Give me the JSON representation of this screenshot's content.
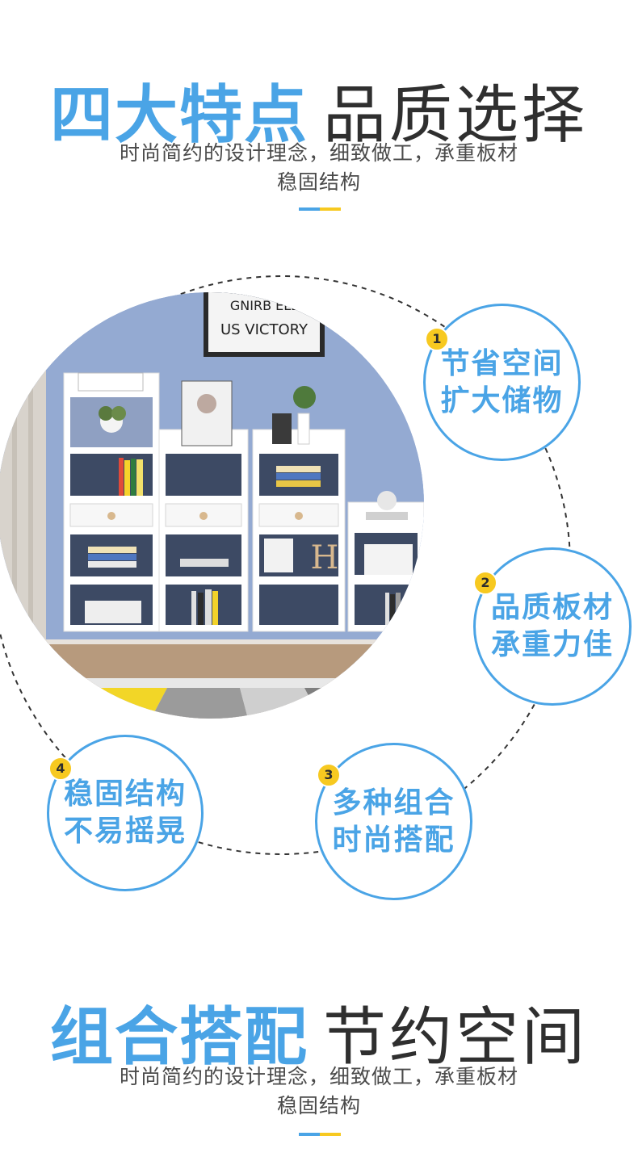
{
  "section1": {
    "title_bold": "四大特点",
    "title_light": "品质选择",
    "desc_line1": "时尚简约的设计理念，细致做工，承重板材",
    "desc_line2": "稳固结构"
  },
  "features": [
    {
      "number": "1",
      "line1": "节省空间",
      "line2": "扩大储物"
    },
    {
      "number": "2",
      "line1": "品质板材",
      "line2": "承重力佳"
    },
    {
      "number": "3",
      "line1": "多种组合",
      "line2": "时尚搭配"
    },
    {
      "number": "4",
      "line1": "稳固结构",
      "line2": "不易摇晃"
    }
  ],
  "photo": {
    "poster_line1": "US VICTORY",
    "poster_line2": "GNIRB ELL",
    "letter_decor": "H"
  },
  "section2": {
    "title_bold": "组合搭配",
    "title_light": "节约空间",
    "desc_line1": "时尚简约的设计理念，细致做工，承重板材",
    "desc_line2": "稳固结构"
  },
  "colors": {
    "accent_blue": "#4aa4e6",
    "accent_yellow": "#f7c920",
    "text_dark": "#2f2f2f"
  },
  "icons": [
    "dashed-ring",
    "number-badge"
  ]
}
